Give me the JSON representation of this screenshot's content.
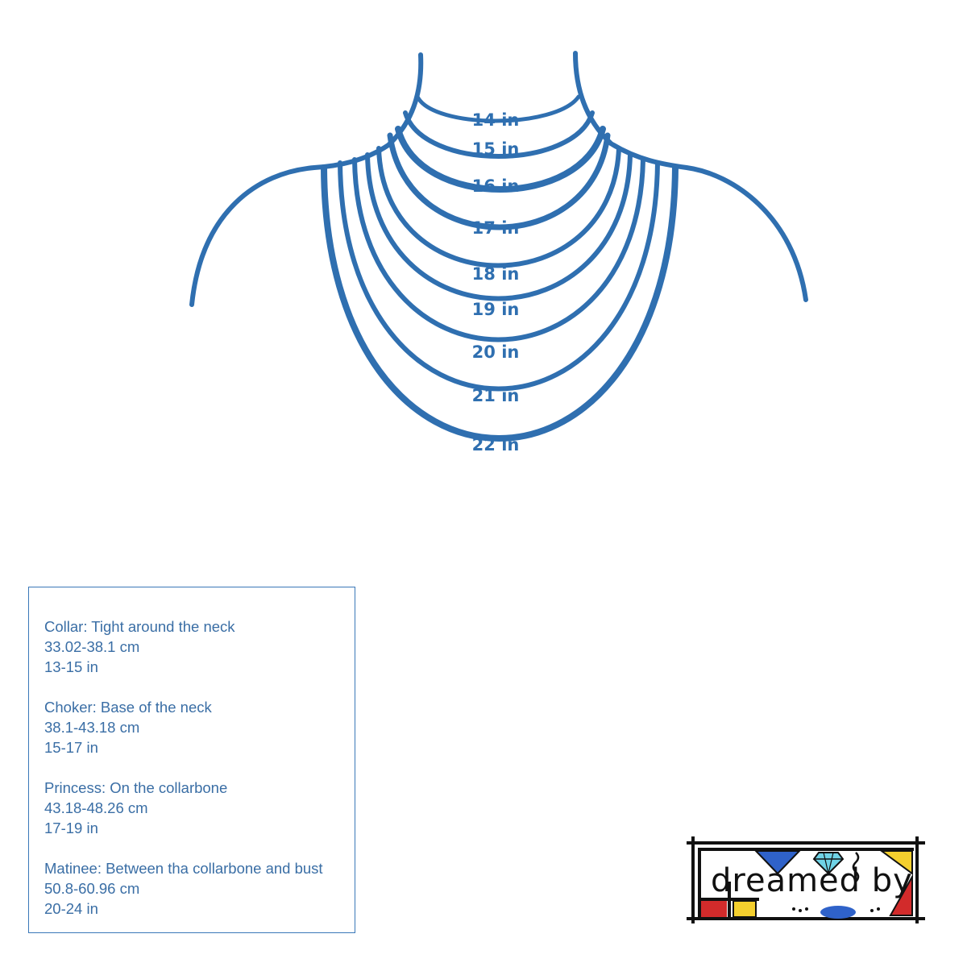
{
  "colors": {
    "necklace": "#2f6fb0",
    "text": "#3a6ea5",
    "box_border": "#3a78b8"
  },
  "lengths": [
    "14 in",
    "15 in",
    "16 in",
    "17 in",
    "18 in",
    "19 in",
    "20 in",
    "21 in",
    "22 in"
  ],
  "styles": [
    {
      "name": "Collar: Tight around the neck",
      "cm": "33.02-38.1 cm",
      "inches": "13-15 in"
    },
    {
      "name": "Choker: Base of the neck",
      "cm": "38.1-43.18 cm",
      "inches": "15-17 in"
    },
    {
      "name": "Princess: On the collarbone",
      "cm": "43.18-48.26 cm",
      "inches": "17-19 in"
    },
    {
      "name": "Matinee: Between tha collarbone and bust",
      "cm": "50.8-60.96 cm",
      "inches": "20-24 in"
    }
  ],
  "logo": {
    "text": "dreamed by",
    "icon": "diamond-icon"
  }
}
